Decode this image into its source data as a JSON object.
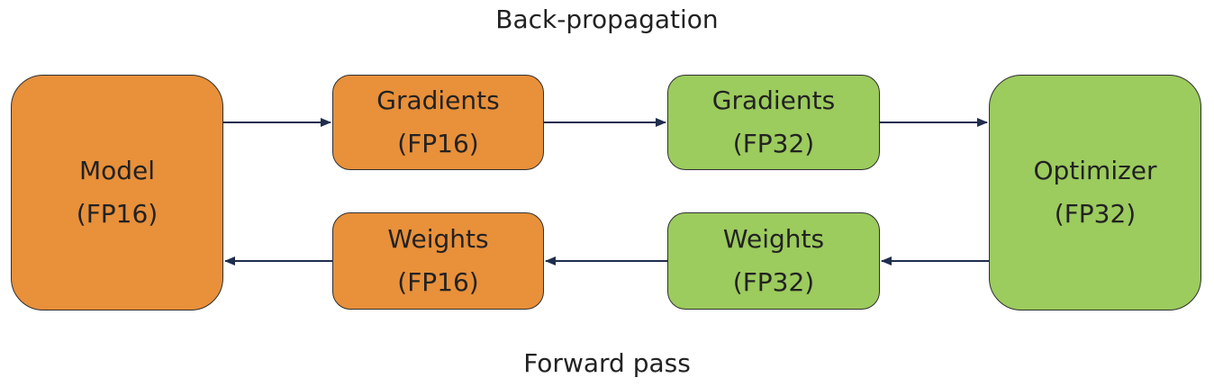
{
  "diagram": {
    "top_caption": "Back-propagation",
    "bottom_caption": "Forward pass",
    "nodes": {
      "model": {
        "line1": "Model",
        "line2": "(FP16)"
      },
      "gradients_fp16": {
        "line1": "Gradients",
        "line2": "(FP16)"
      },
      "gradients_fp32": {
        "line1": "Gradients",
        "line2": "(FP32)"
      },
      "optimizer": {
        "line1": "Optimizer",
        "line2": "(FP32)"
      },
      "weights_fp16": {
        "line1": "Weights",
        "line2": "(FP16)"
      },
      "weights_fp32": {
        "line1": "Weights",
        "line2": "(FP32)"
      }
    },
    "edges": [
      {
        "from": "model",
        "to": "gradients_fp16"
      },
      {
        "from": "gradients_fp16",
        "to": "gradients_fp32"
      },
      {
        "from": "gradients_fp32",
        "to": "optimizer"
      },
      {
        "from": "optimizer",
        "to": "weights_fp32"
      },
      {
        "from": "weights_fp32",
        "to": "weights_fp16"
      },
      {
        "from": "weights_fp16",
        "to": "model"
      }
    ],
    "colors": {
      "fp16_fill": "#e8903a",
      "fp32_fill": "#9ccb5e",
      "border": "#2f2f2f",
      "arrow": "#1f2d4e",
      "text": "#222222"
    }
  }
}
